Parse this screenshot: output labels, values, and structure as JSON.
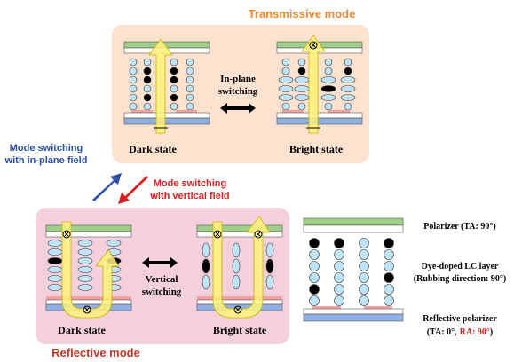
{
  "colors": {
    "transmissive_bg": "#fde3cf",
    "reflective_bg": "#f4d0dc",
    "transmissive_title": "#f08a2c",
    "reflective_title": "#c0392b",
    "blue_arrow": "#2c4fa8",
    "red_arrow": "#e02020",
    "polarizer_green": "#9fd08a",
    "reflective_blue": "#8fb0e0",
    "electrode_red": "#f2a0a0",
    "lc_fill": "#bfe3f8",
    "light_beam": "#fff27a",
    "ra_red": "#e02020"
  },
  "transmissive": {
    "title": "Transmissive mode",
    "left_state": "Dark state",
    "right_state": "Bright state",
    "switch_line1": "In-plane",
    "switch_line2": "switching"
  },
  "reflective": {
    "title": "Reflective mode",
    "left_state": "Dark state",
    "right_state": "Bright state",
    "switch_line1": "Vertical",
    "switch_line2": "switching"
  },
  "mode_switch_inplane": {
    "line1": "Mode switching",
    "line2": "with in-plane field"
  },
  "mode_switch_vertical": {
    "line1": "Mode switching",
    "line2": "with vertical field"
  },
  "legend": {
    "polarizer": "Polarizer (TA: 90°)",
    "lc_line1": "Dye-doped LC layer",
    "lc_line2": "(Rubbing direction: 90°)",
    "refl_line1": "Reflective polarizer",
    "refl_line2_prefix": "(TA: 0°,",
    "refl_line2_ra": "RA: 90°",
    "refl_line2_suffix": ")"
  },
  "icons": [
    "cross-circle-icon",
    "double-arrow-icon",
    "beam-arrow-icon"
  ]
}
